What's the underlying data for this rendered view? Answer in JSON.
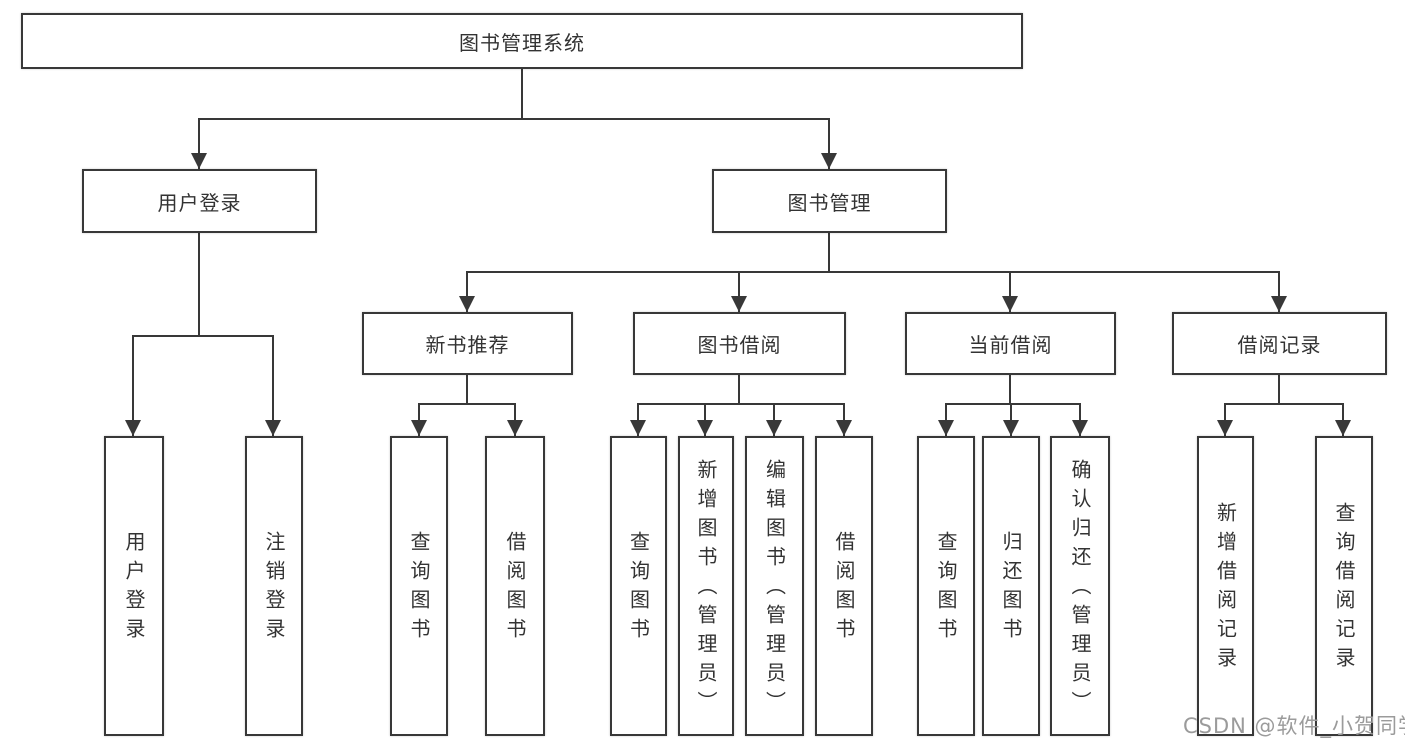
{
  "colors": {
    "line": "#383838",
    "text": "#333333",
    "watermark": "#9b9b9b",
    "background": "#ffffff"
  },
  "tree": {
    "root": {
      "label": "图书管理系统"
    },
    "branches": [
      {
        "label": "用户登录",
        "children": [
          {
            "label": "用户登录"
          },
          {
            "label": "注销登录"
          }
        ]
      },
      {
        "label": "图书管理",
        "children": [
          {
            "label": "新书推荐",
            "children": [
              {
                "label": "查询图书"
              },
              {
                "label": "借阅图书"
              }
            ]
          },
          {
            "label": "图书借阅",
            "children": [
              {
                "label": "查询图书"
              },
              {
                "label": "新增图书（管理员）"
              },
              {
                "label": "编辑图书（管理员）"
              },
              {
                "label": "借阅图书"
              }
            ]
          },
          {
            "label": "当前借阅",
            "children": [
              {
                "label": "查询图书"
              },
              {
                "label": "归还图书"
              },
              {
                "label": "确认归还（管理员）"
              }
            ]
          },
          {
            "label": "借阅记录",
            "children": [
              {
                "label": "新增借阅记录"
              },
              {
                "label": "查询借阅记录"
              }
            ]
          }
        ]
      }
    ]
  },
  "watermark": {
    "text": "CSDN @软件_小贺同学"
  }
}
